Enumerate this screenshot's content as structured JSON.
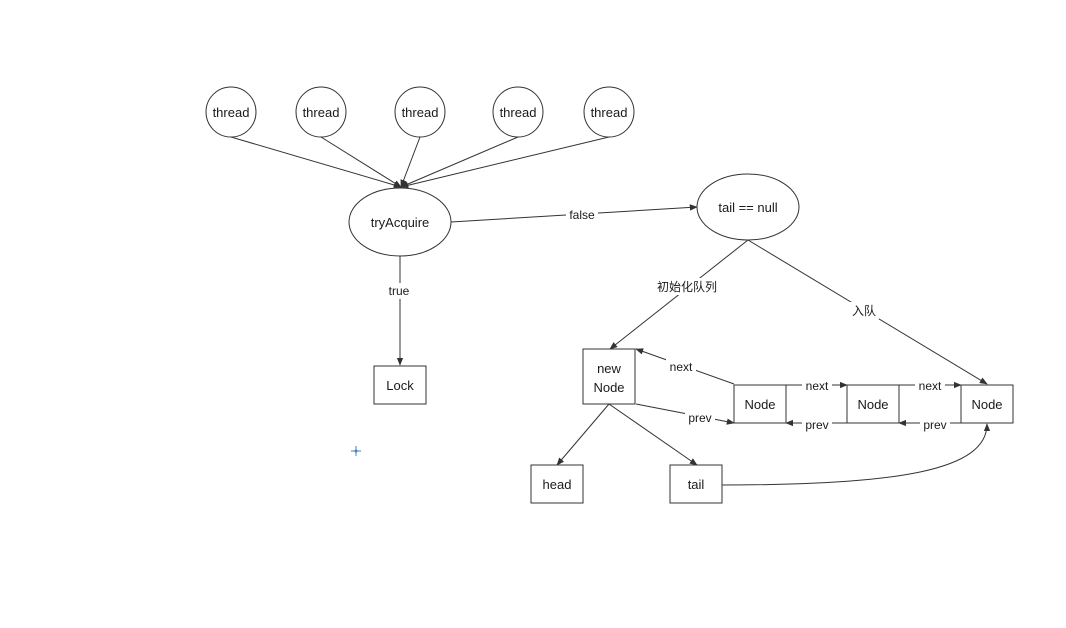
{
  "nodes": {
    "thread1": "thread",
    "thread2": "thread",
    "thread3": "thread",
    "thread4": "thread",
    "thread5": "thread",
    "try_acquire": "tryAcquire",
    "tail_null_check": "tail == null",
    "lock": "Lock",
    "new_node_line1": "new",
    "new_node_line2": "Node",
    "node_a": "Node",
    "node_b": "Node",
    "node_c": "Node",
    "head": "head",
    "tail": "tail"
  },
  "edge_labels": {
    "false_label": "false",
    "true_label": "true",
    "init_queue_label": "初始化队列",
    "enqueue_label": "入队",
    "next_newnode": "next",
    "prev_newnode": "prev",
    "next_ab": "next",
    "prev_ab": "prev",
    "next_bc": "next",
    "prev_bc": "prev"
  },
  "colors": {
    "stroke": "#333333",
    "background": "#ffffff",
    "cursor_marker": "#4a7fc1"
  }
}
